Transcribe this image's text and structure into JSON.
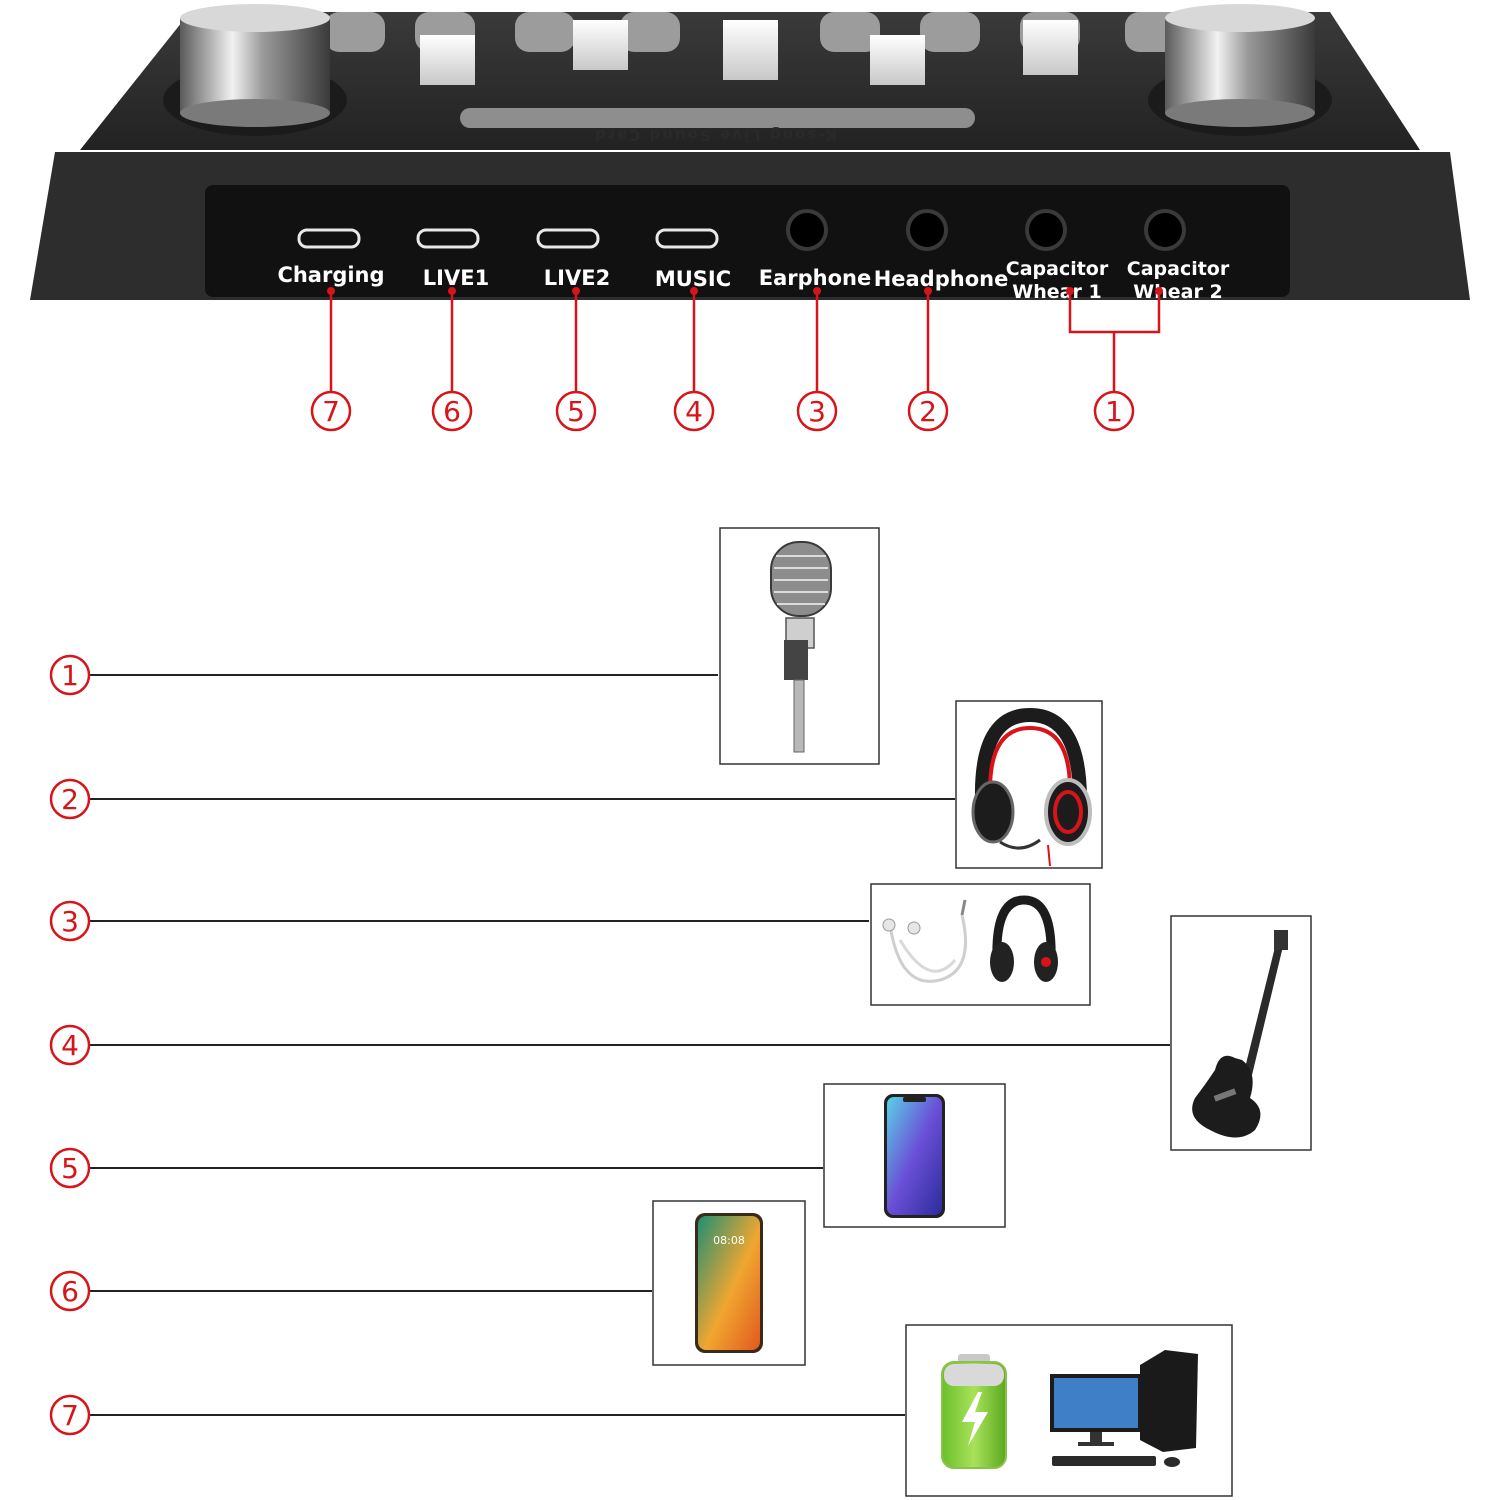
{
  "device": {
    "brand_text": "K-song Live Sound Card",
    "ports": [
      {
        "number": "7",
        "label": "Charging",
        "kind": "micro-usb-port"
      },
      {
        "number": "6",
        "label": "LIVE1",
        "kind": "micro-usb-port"
      },
      {
        "number": "5",
        "label": "LIVE2",
        "kind": "micro-usb-port"
      },
      {
        "number": "4",
        "label": "MUSIC",
        "kind": "micro-usb-port"
      },
      {
        "number": "3",
        "label": "Earphone",
        "kind": "audio-jack"
      },
      {
        "number": "2",
        "label": "Headphone",
        "kind": "audio-jack"
      },
      {
        "number": "1",
        "label_line1": "Capacitor",
        "label_line2": "Whear 1",
        "kind": "audio-jack"
      },
      {
        "number": "1",
        "label_line1": "Capacitor",
        "label_line2": "Whear 2",
        "kind": "audio-jack"
      }
    ]
  },
  "connections": [
    {
      "number": "1",
      "device": "condenser-microphone-icon"
    },
    {
      "number": "2",
      "device": "gaming-headset-icon"
    },
    {
      "number": "3",
      "device": "earphones-and-headphones-icon"
    },
    {
      "number": "4",
      "device": "electric-guitar-icon"
    },
    {
      "number": "5",
      "device": "smartphone-icon"
    },
    {
      "number": "6",
      "device": "android-phone-icon",
      "screen_time": "08:08"
    },
    {
      "number": "7",
      "device": "battery-and-desktop-computer-icon"
    }
  ],
  "colors": {
    "callout_red": "#d8141a",
    "device_body": "#2b2b2b",
    "panel": "#111111"
  }
}
